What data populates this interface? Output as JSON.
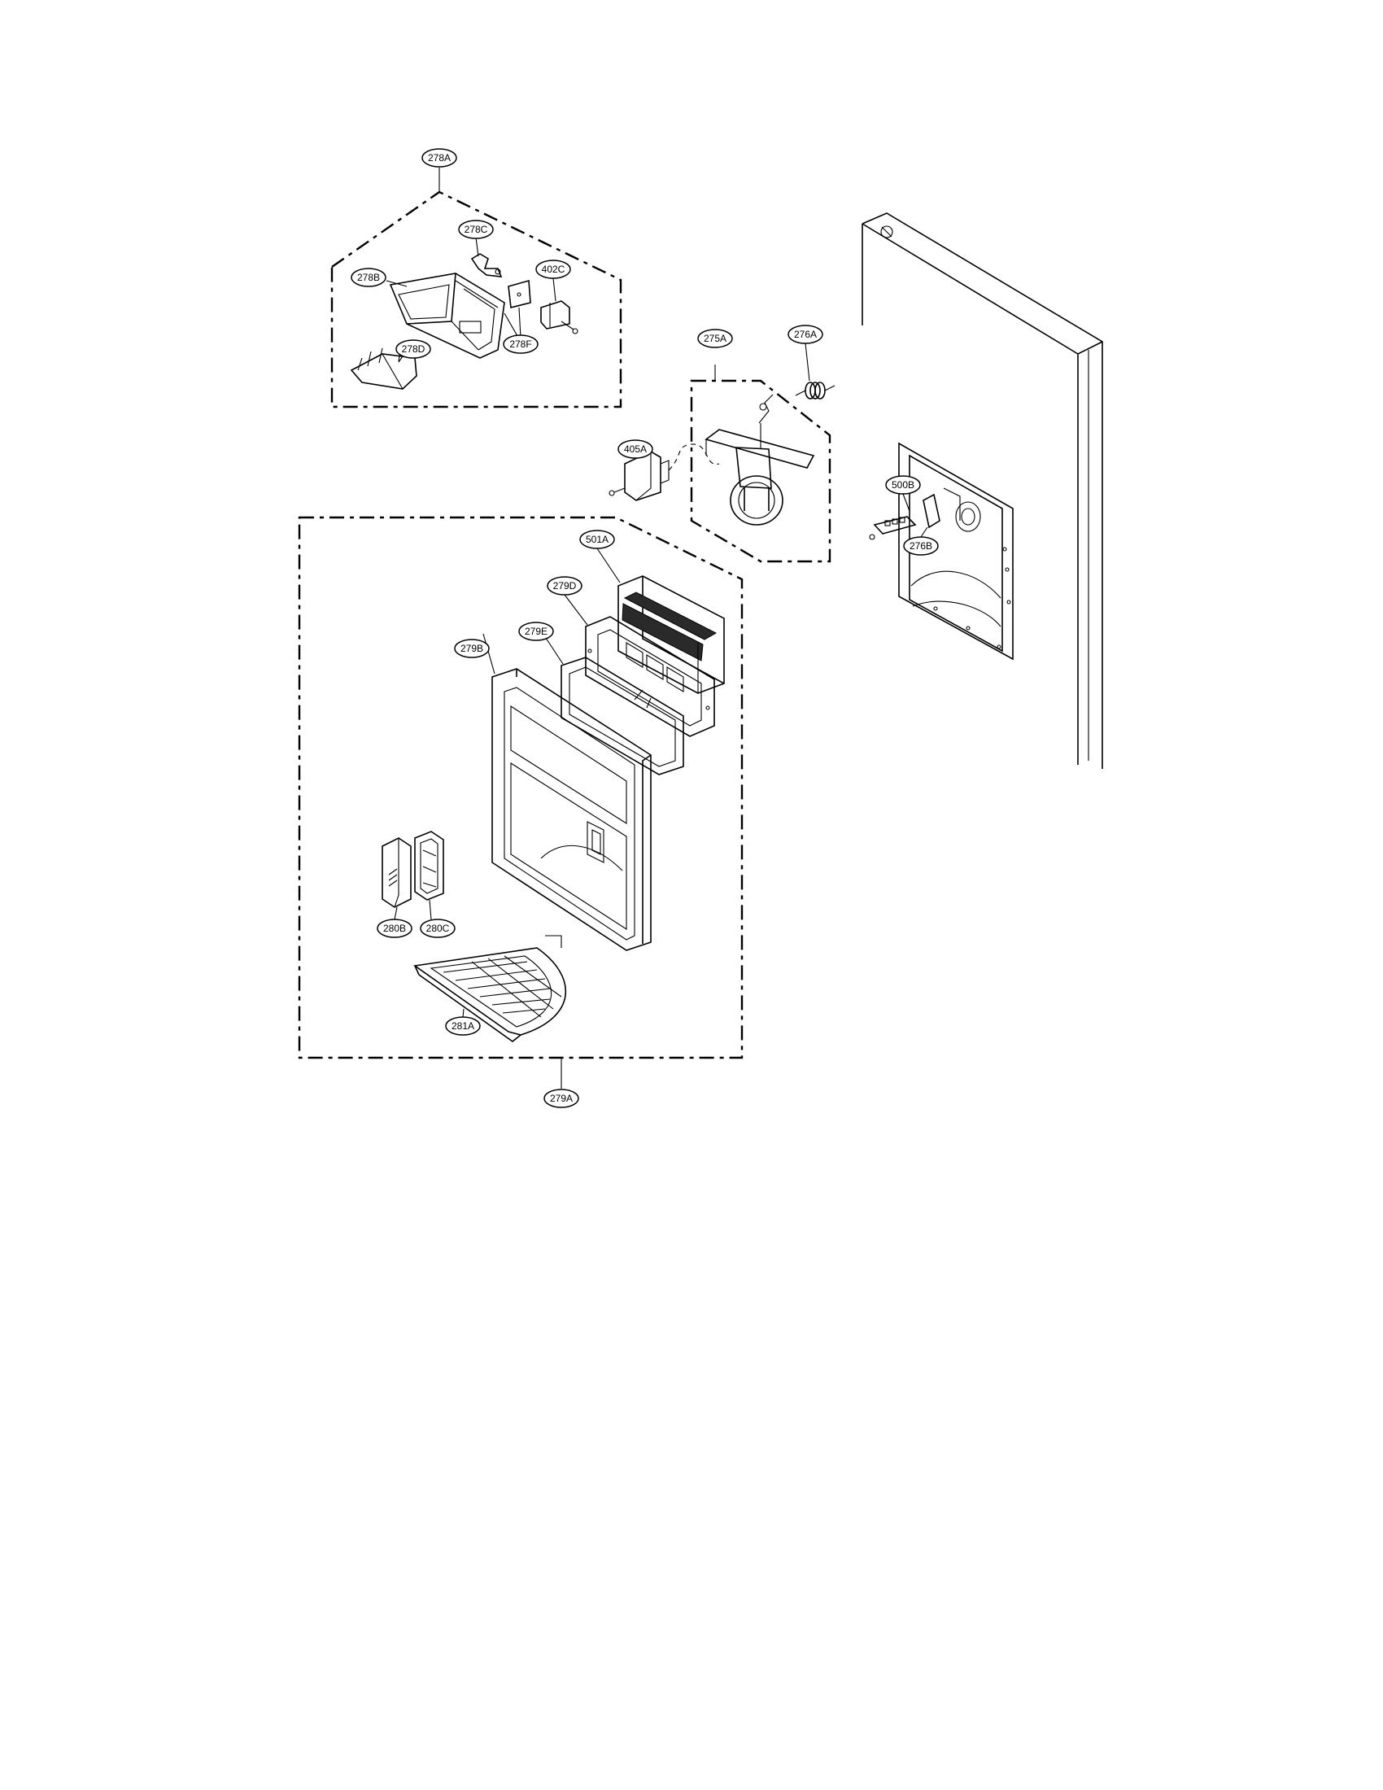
{
  "labels": {
    "l278A": "278A",
    "l278C": "278C",
    "l278B": "278B",
    "l402C": "402C",
    "l278F": "278F",
    "l278D": "278D",
    "l275A": "275A",
    "l276A": "276A",
    "l405A": "405A",
    "l500B": "500B",
    "l276B": "276B",
    "l501A": "501A",
    "l279D": "279D",
    "l279E": "279E",
    "l279B": "279B",
    "l280B": "280B",
    "l280C": "280C",
    "l281A": "281A",
    "l279A": "279A"
  }
}
